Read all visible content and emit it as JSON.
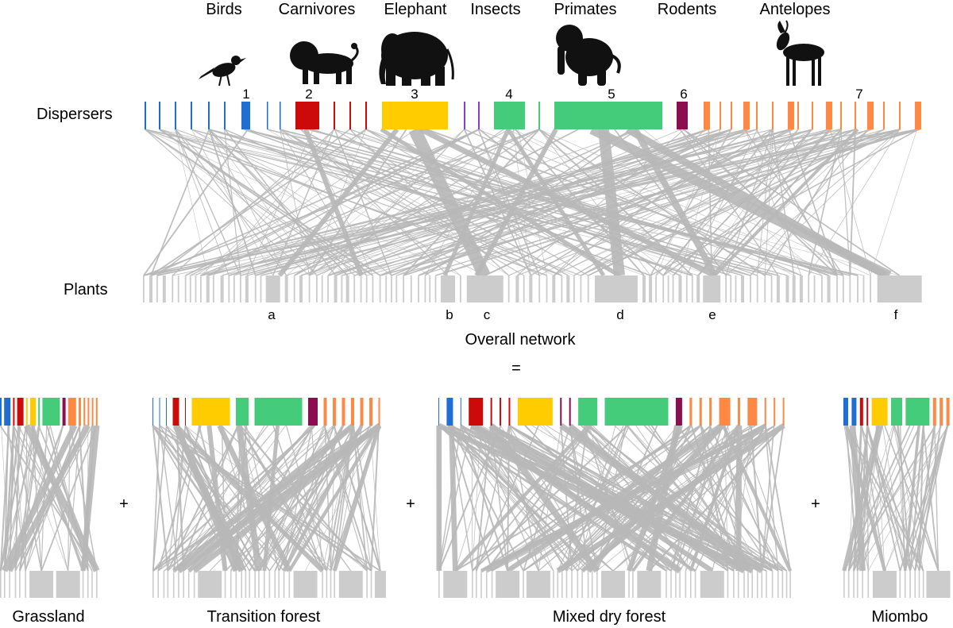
{
  "groups": [
    {
      "id": 1,
      "name": "Birds",
      "number": "1",
      "color": "#1f6fd1",
      "icon": "bird-icon"
    },
    {
      "id": 2,
      "name": "Carnivores",
      "number": "2",
      "color": "#cc0a0a",
      "icon": "lion-icon"
    },
    {
      "id": 3,
      "name": "Elephant",
      "number": "3",
      "color": "#ffcc00",
      "icon": "elephant-icon"
    },
    {
      "id": 4,
      "name": "Insects",
      "number": "4",
      "color": "#44cc7a",
      "icon": ""
    },
    {
      "id": 5,
      "name": "Primates",
      "number": "5",
      "color": "#44cc7a",
      "icon": "primate-icon"
    },
    {
      "id": 6,
      "name": "Rodents",
      "number": "6",
      "color": "#8b0e4f",
      "icon": ""
    },
    {
      "id": 7,
      "name": "Antelopes",
      "number": "7",
      "color": "#ff8844",
      "icon": "antelope-icon"
    }
  ],
  "overall": {
    "dispersers_label": "Dispersers",
    "plants_label": "Plants",
    "plant_letters": [
      "a",
      "b",
      "c",
      "d",
      "e",
      "f"
    ],
    "caption": "Overall network"
  },
  "equals": "=",
  "plus": "+",
  "subnetworks": [
    {
      "name": "Grassland"
    },
    {
      "name": "Transition forest"
    },
    {
      "name": "Mixed dry forest"
    },
    {
      "name": "Miombo"
    }
  ],
  "colors": {
    "link": "#b8b8b8",
    "plant": "#cccccc",
    "insect_purple": "#8a3fd0"
  }
}
